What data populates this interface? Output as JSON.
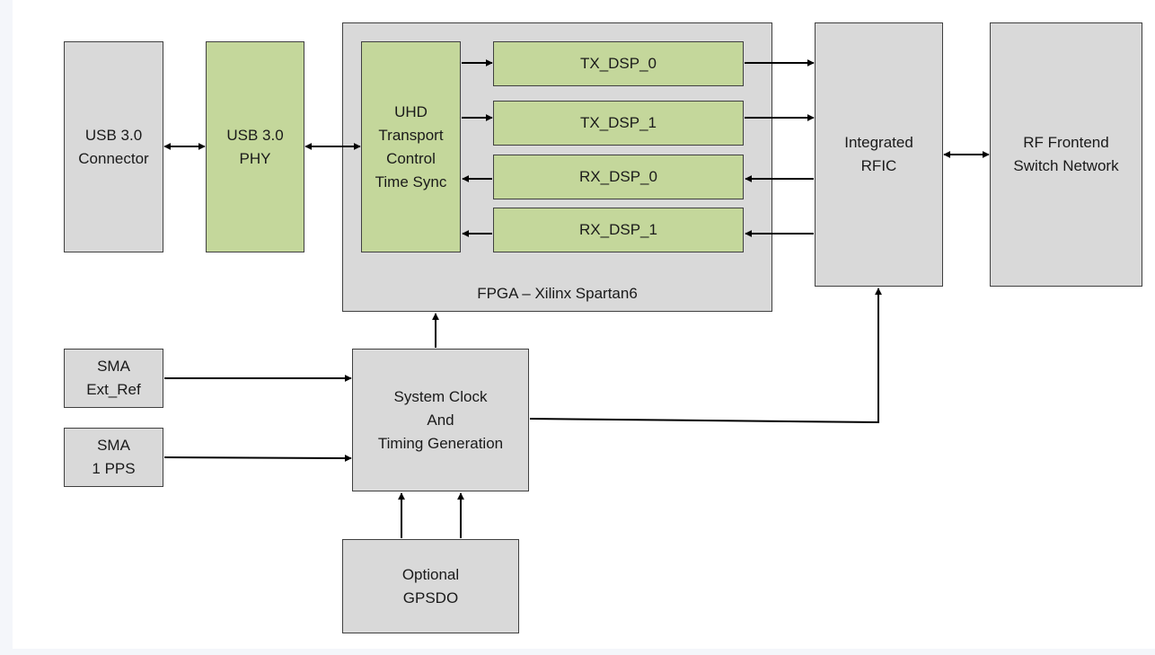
{
  "blocks": {
    "usb_connector": "USB 3.0\nConnector",
    "usb_phy": "USB 3.0\nPHY",
    "fpga": "FPGA – Xilinx Spartan6",
    "uhd": "UHD\nTransport\nControl\nTime Sync",
    "tx_dsp_0": "TX_DSP_0",
    "tx_dsp_1": "TX_DSP_1",
    "rx_dsp_0": "RX_DSP_0",
    "rx_dsp_1": "RX_DSP_1",
    "rfic": "Integrated\nRFIC",
    "rf_frontend": "RF Frontend\nSwitch Network",
    "sma_ext_ref": "SMA\nExt_Ref",
    "sma_pps": "SMA\n1 PPS",
    "sys_clock": "System Clock\nAnd\nTiming Generation",
    "gpsdo": "Optional\nGPSDO"
  },
  "colors": {
    "gray_block": "#d9d9d9",
    "green_block": "#c4d79b",
    "border": "#404040",
    "line": "#000000"
  }
}
